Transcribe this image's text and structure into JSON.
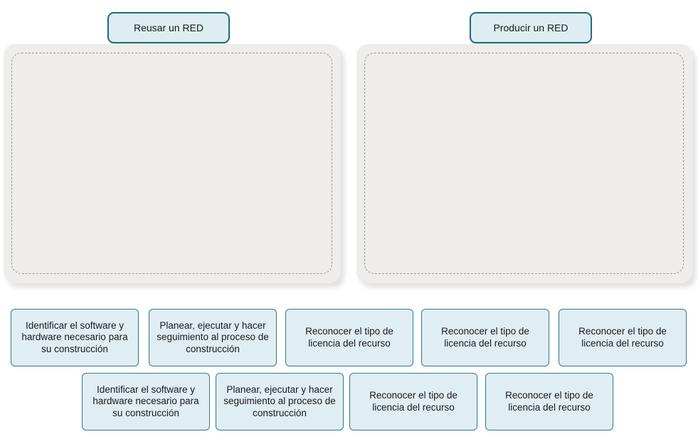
{
  "categories": [
    {
      "label": "Reusar un RED"
    },
    {
      "label": "Producir un RED"
    }
  ],
  "cards": [
    {
      "text": "Identificar el software y hardware necesario para su construcción"
    },
    {
      "text": "Planear, ejecutar y hacer seguimiento al proceso de construcción"
    },
    {
      "text": "Reconocer el tipo de licencia del recurso"
    },
    {
      "text": "Reconocer el tipo de licencia del recurso"
    },
    {
      "text": "Reconocer el tipo de licencia del recurso"
    },
    {
      "text": "Identificar el software y hardware necesario para su construcción"
    },
    {
      "text": "Planear, ejecutar y hacer seguimiento al proceso de construcción"
    },
    {
      "text": "Reconocer el tipo de licencia del recurso"
    },
    {
      "text": "Reconocer el tipo de licencia del recurso"
    }
  ],
  "colors": {
    "accent": "#1e6e80",
    "card_bg": "#e0edf2",
    "zone_bg": "#eeedec"
  }
}
